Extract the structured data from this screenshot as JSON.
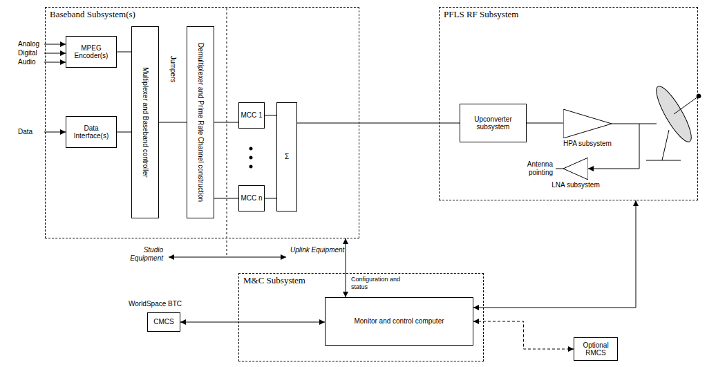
{
  "diagram": {
    "nodes": [
      {
        "text": [
          "Baseband Subsystem(s)"
        ]
      },
      {
        "text": [
          "MPEG Encoder(s)"
        ],
        "in": 0
      },
      {
        "text": [
          "Data Interface(s)"
        ],
        "in": 0
      },
      {
        "text": [
          "Multiplexer and Baseband controller"
        ],
        "in": 0
      },
      {
        "text": [
          "Demultiplexer and Prime Rate Channel construction"
        ],
        "in": 0
      },
      {
        "text": [
          "MCC 1"
        ],
        "in": 0
      },
      {
        "text": [
          "MCC n"
        ],
        "in": 0
      },
      {
        "text": [
          "Σ"
        ],
        "in": 0
      },
      {
        "text": [
          "PFLS RF Subsystem"
        ]
      },
      {
        "text": [
          "Upconverter subsystem"
        ],
        "in": 8
      },
      {
        "text": [
          "HPA subsystem"
        ],
        "in": 8
      },
      {
        "text": [
          "LNA subsystem"
        ],
        "in": 8
      },
      {
        "text": [
          "M&C Subsystem"
        ]
      },
      {
        "text": [
          "Monitor and control computer"
        ],
        "in": 12
      },
      {
        "text": [
          "CMCS"
        ]
      },
      {
        "text": [
          "Optional RMCS"
        ]
      }
    ],
    "edges": [
      {
        "from": 1,
        "to": 3,
        "arrow": "none"
      },
      {
        "from": 2,
        "to": 3,
        "arrow": "none"
      },
      {
        "from": 3,
        "to": 4,
        "arrow": "none"
      },
      {
        "from": 4,
        "to": 5,
        "arrow": "none"
      },
      {
        "from": 4,
        "to": 6,
        "arrow": "none"
      },
      {
        "from": 5,
        "to": 7,
        "arrow": "none"
      },
      {
        "from": 6,
        "to": 7,
        "arrow": "none"
      },
      {
        "from": 7,
        "to": 9,
        "arrow": "none"
      },
      {
        "from": 9,
        "to": 10,
        "arrow": "none"
      },
      {
        "from": 14,
        "to": 13,
        "arrow": "both"
      },
      {
        "from": 13,
        "to": 8,
        "arrow": "both"
      },
      {
        "from": 0,
        "to": 13,
        "label": "Configuration and status",
        "arrow": "both"
      },
      {
        "from": 13,
        "to": 15,
        "arrow": "both"
      }
    ],
    "labels": [
      "Analog",
      "Digital",
      "Audio",
      "Data",
      "Jumpers",
      "Studio Equipment",
      "Uplink Equipment",
      "Antenna pointing",
      "WorldSpace BTC"
    ]
  }
}
